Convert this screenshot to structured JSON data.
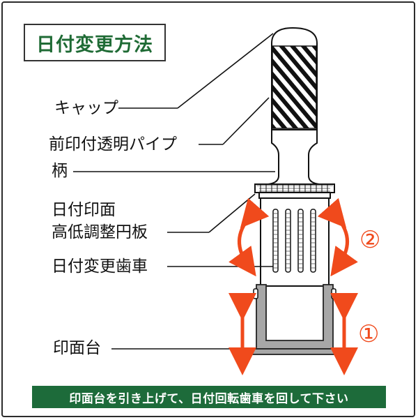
{
  "title": "日付変更方法",
  "labels": {
    "cap": "キャップ",
    "front_pipe": "前印付透明パイプ",
    "handle": "柄",
    "plate_line1": "日付印面",
    "plate_line2": "高低調整円板",
    "gear": "日付変更歯車",
    "base": "印面台"
  },
  "step_markers": {
    "step1": "①",
    "step2": "②"
  },
  "instruction": "印面台を引き上げて、日付回転歯車を回して下さい",
  "colors": {
    "title_green": "#1f6b35",
    "banner_green": "#1d6b3a",
    "arrow_orange": "#f04a1c",
    "gray": "#9a9a9a"
  }
}
